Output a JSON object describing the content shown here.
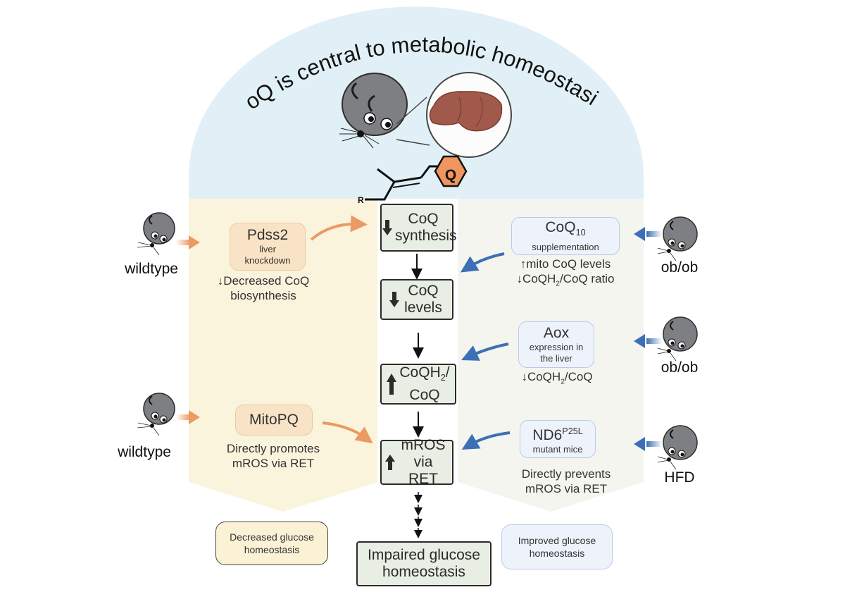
{
  "title": "CoQ is central to metabolic homeostasis",
  "molecule": {
    "r_label": "R",
    "q_label": "Q"
  },
  "center_steps": {
    "step1": "CoQ synthesis",
    "step2": "CoQ levels",
    "step3_line1": "CoQH",
    "step3_sub": "2",
    "step3_line1_end": "/",
    "step3_line2": "CoQ",
    "step4": "mROS via RET",
    "final": "Impaired glucose homeostasis"
  },
  "left_panel": {
    "mouse1_label": "wildtype",
    "pdss2": {
      "title": "Pdss2",
      "subtitle": "liver knockdown"
    },
    "pdss2_note_arrow": "↓",
    "pdss2_note": "Decreased CoQ biosynthesis",
    "mouse2_label": "wildtype",
    "mitopq": {
      "title": "MitoPQ"
    },
    "mitopq_note": "Directly promotes mROS via RET",
    "outcome": "Decreased glucose homeostasis"
  },
  "right_panel": {
    "mouse1_label": "ob/ob",
    "coq10": {
      "title": "CoQ",
      "title_sub": "10",
      "subtitle": "supplementation"
    },
    "coq10_note_line1": "↑mito CoQ levels",
    "coq10_note_line2_a": "↓CoQH",
    "coq10_note_line2_sub": "2",
    "coq10_note_line2_b": "/CoQ ratio",
    "mouse2_label": "ob/ob",
    "aox": {
      "title": "Aox",
      "subtitle": "expression in the liver"
    },
    "aox_note_a": "↓CoQH",
    "aox_note_sub": "2",
    "aox_note_b": "/CoQ",
    "mouse3_label": "HFD",
    "nd6": {
      "title": "ND6",
      "title_sup": "P25L",
      "subtitle": "mutant mice"
    },
    "nd6_note": "Directly prevents mROS via RET",
    "outcome": "Improved glucose homeostasis"
  },
  "colors": {
    "dome": "#e1f0f6",
    "left_panel": "#fbf4dc",
    "right_panel": "#f3f5ee",
    "center_box": "#e8eee3",
    "orange_arrow": "#ec9a63",
    "blue_arrow": "#3d6fb6",
    "q_hexagon": "#f0955d",
    "mouse_body": "#7d7f82",
    "liver": "#a0594a"
  }
}
